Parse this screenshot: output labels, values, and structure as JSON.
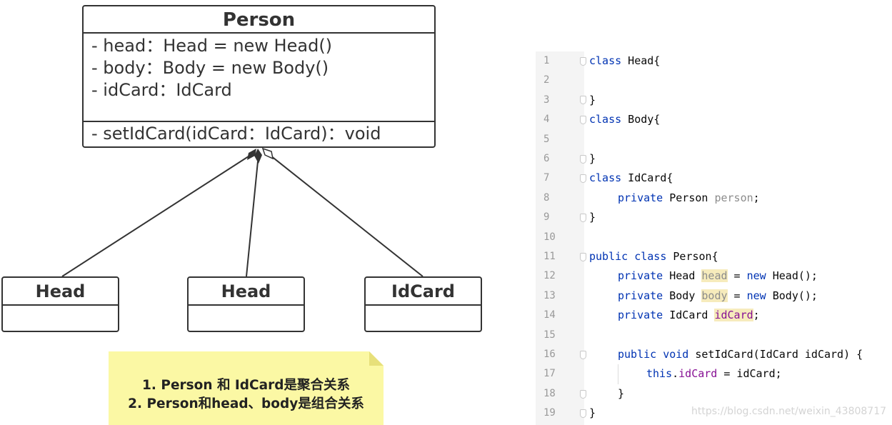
{
  "uml": {
    "person": {
      "title": "Person",
      "attributes": [
        "- head：Head = new Head()",
        "- body：Body = new Body()",
        "- idCard：IdCard"
      ],
      "methods": [
        "- setIdCard(idCard：IdCard)：void"
      ]
    },
    "boxes": [
      {
        "title": "Head"
      },
      {
        "title": "Head"
      },
      {
        "title": "IdCard"
      }
    ],
    "relations": [
      "composition",
      "composition",
      "aggregation"
    ]
  },
  "note": {
    "lines": [
      "1. Person 和 IdCard是聚合关系",
      "2. Person和head、body是组合关系"
    ]
  },
  "code": {
    "line_numbers": [
      "1",
      "2",
      "3",
      "4",
      "5",
      "6",
      "7",
      "8",
      "9",
      "10",
      "11",
      "12",
      "13",
      "14",
      "15",
      "16",
      "17",
      "18",
      "19"
    ],
    "l1_kw": "class",
    "l1_rest": " Head{",
    "l3": "}",
    "l4_kw": "class",
    "l4_rest": " Body{",
    "l6": "}",
    "l7_kw": "class",
    "l7_rest": " IdCard{",
    "l8_kw": "private",
    "l8_type": " Person ",
    "l8_var": "person",
    "l8_end": ";",
    "l9": "}",
    "l11_kw": "public class",
    "l11_rest": " Person{",
    "l12_kw": "private",
    "l12_type": " Head ",
    "l12_var": "head",
    "l12_eq": " = ",
    "l12_new": "new",
    "l12_end": " Head();",
    "l13_kw": "private",
    "l13_type": " Body ",
    "l13_var": "body",
    "l13_eq": " = ",
    "l13_new": "new",
    "l13_end": " Body();",
    "l14_kw": "private",
    "l14_type": " IdCard ",
    "l14_var": "idCard",
    "l14_end": ";",
    "l16_kw": "public void",
    "l16_rest": " setIdCard(IdCard idCard) {",
    "l17_kw": "this",
    "l17_dot": ".",
    "l17_var": "idCard",
    "l17_end": " = idCard;",
    "l18": "}",
    "l19": "}"
  },
  "watermark": "https://blog.csdn.net/weixin_43808717"
}
